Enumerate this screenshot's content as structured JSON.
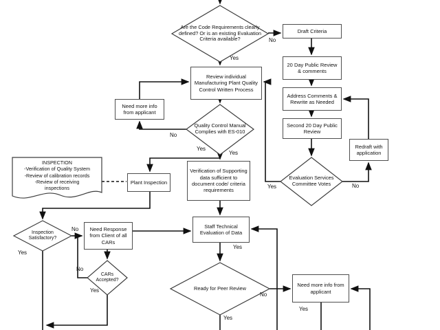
{
  "colors": {
    "line": "#111111",
    "node_border": "#4d4d4d",
    "background": "#ffffff"
  },
  "nodes": {
    "code_requirements": "Are the Code Requirements clearly defined? Or is an existing Evaluation Criteria available?",
    "draft_criteria": "Draft Criteria",
    "public_review": "20 Day Public Review & comments",
    "address_comments": "Address Comments & Rewrite as Needed",
    "second_review": "Second 20 Day Public Review",
    "redraft": "Redraft with application",
    "committee_votes": "Evaluation Services Committee Votes",
    "review_plant": "Review individual Manufacturing Plant Quality Control Written Process",
    "need_info_1": "Need more info from applicant",
    "qc_manual": "Quality Control Manual Complies with ES-010",
    "verification": "Verification of Supporting data sufficient to document code/ criteria requirements",
    "inspection_note": "INSPECTION\n-Verification of Quality System\n-Review of calibration records\n-Review of receiving\ninspections",
    "plant_inspection": "Plant Inspection",
    "inspection_satisfactory": "Inspection Satisfactory?",
    "need_response": "Need Response from Client of all CARs",
    "cars_accepted": "CARs Accepted?",
    "staff_evaluation": "Staff Technical Evaluation of Data",
    "peer_review": "Ready for Peer Review",
    "need_info_2": "Need more info from applicant"
  },
  "edge_labels": {
    "d1_yes": "Yes",
    "d1_no": "No",
    "d2_no": "No",
    "d2_yes_left": "Yes",
    "d2_yes_right": "Yes",
    "d3_yes": "Yes",
    "d3_no": "No",
    "d4_no": "No",
    "d4_yes": "Yes",
    "d5_no": "No",
    "d5_yes": "Yes",
    "staff_yes": "Yes",
    "d6_no": "No",
    "d6_yes": "Yes",
    "r7_yes": "Yes"
  }
}
